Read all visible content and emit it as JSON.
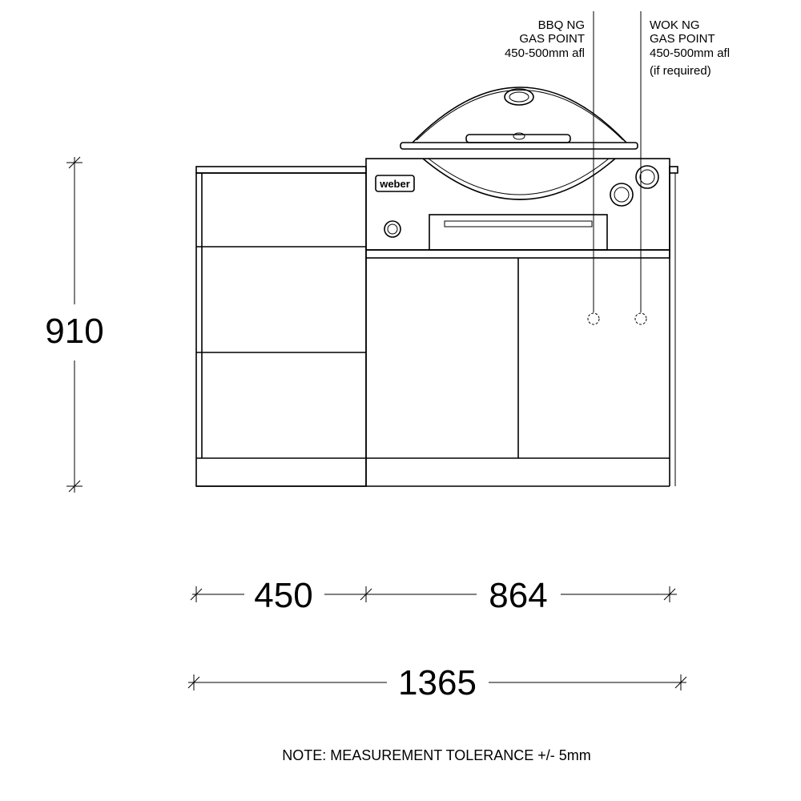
{
  "dimensions": {
    "height": "910",
    "left_width": "450",
    "right_width": "864",
    "total_width": "1365"
  },
  "labels": {
    "bbq_gas": [
      "BBQ NG",
      "GAS POINT",
      "450-500mm afl"
    ],
    "wok_gas": [
      "WOK NG",
      "GAS POINT",
      "450-500mm afl",
      "(if required)"
    ]
  },
  "logo": "weber",
  "note": "NOTE: MEASUREMENT TOLERANCE +/- 5mm"
}
